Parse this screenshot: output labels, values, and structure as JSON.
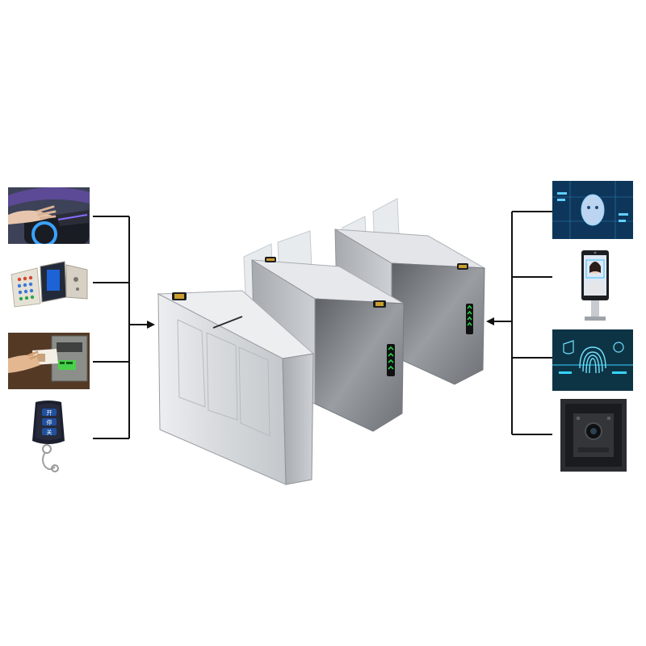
{
  "colors": {
    "background": "#ffffff",
    "connector": "#111111",
    "steel_light": "#e9eaec",
    "steel_mid": "#c4c7cb",
    "steel_dark": "#8d9196",
    "glass": "#cfd6dc",
    "indicator_green": "#27d04a",
    "panel_blue": "#1f6fd1",
    "screen_dark": "#0d2a3a",
    "reader_black": "#202225"
  },
  "left_inputs": [
    {
      "icon": "palm-vein-scanner-icon"
    },
    {
      "icon": "keypad-card-reader-icon"
    },
    {
      "icon": "id-card-reader-icon"
    },
    {
      "icon": "remote-control-fob-icon"
    }
  ],
  "right_inputs": [
    {
      "icon": "ai-face-recognition-icon"
    },
    {
      "icon": "face-recognition-terminal-icon"
    },
    {
      "icon": "fingerprint-scanner-icon"
    },
    {
      "icon": "qr-code-reader-icon"
    }
  ],
  "remote_keys": [
    "开",
    "停",
    "关"
  ],
  "central_device": {
    "icon": "swing-barrier-turnstile-icon"
  }
}
